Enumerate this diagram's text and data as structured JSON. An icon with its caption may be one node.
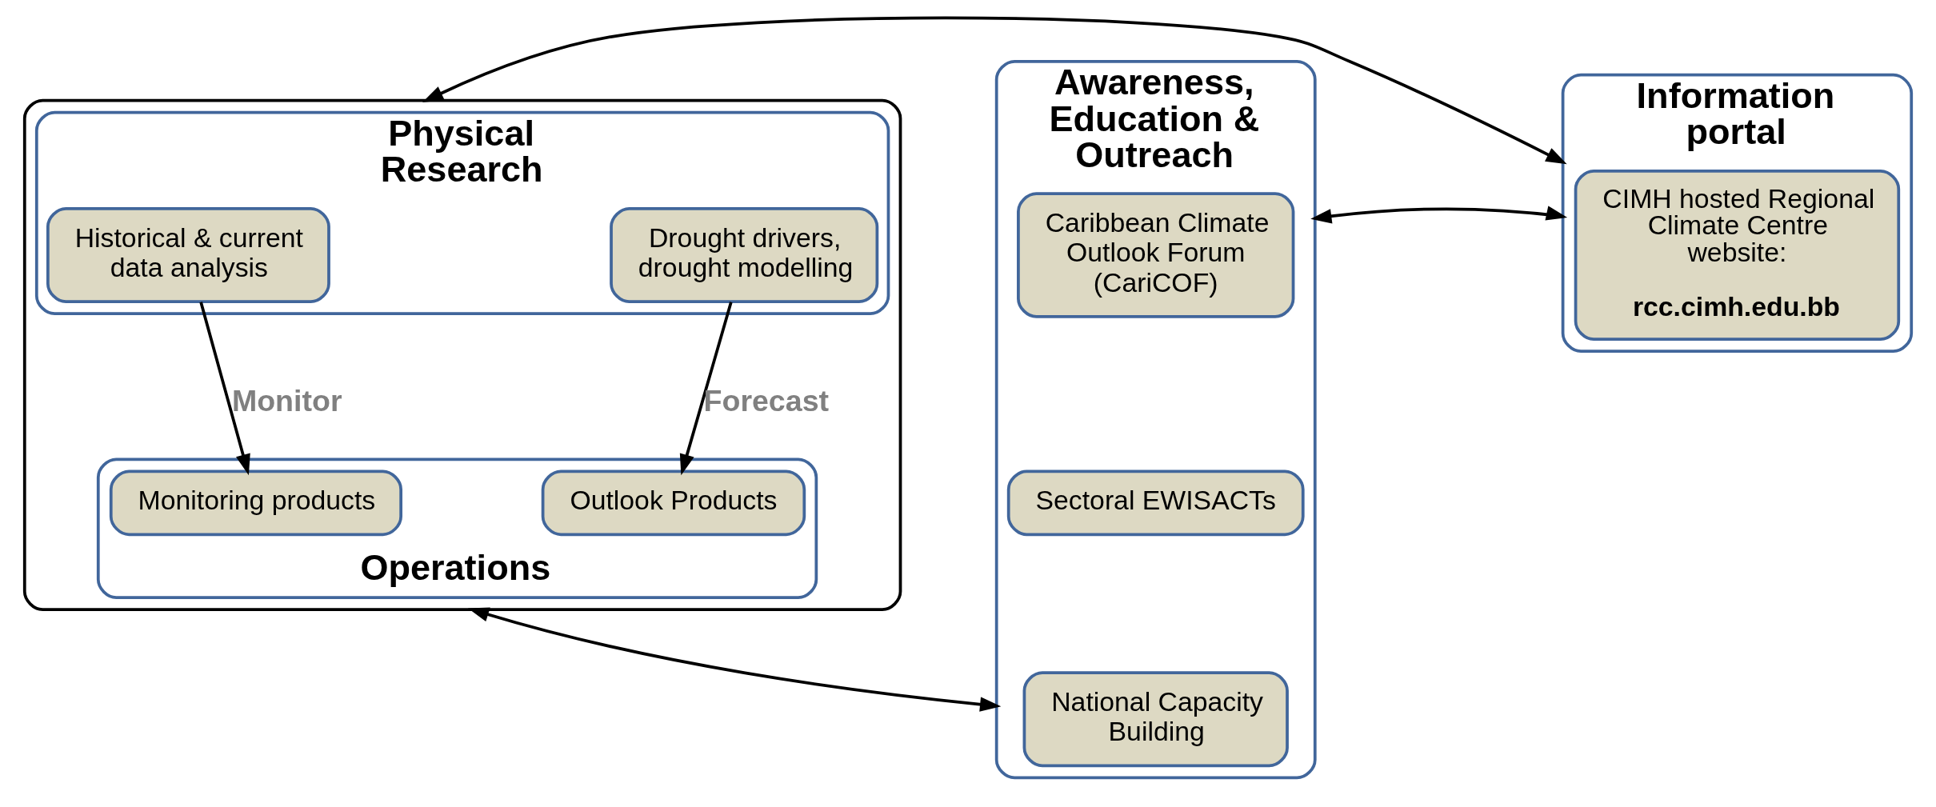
{
  "diagram": {
    "nodes": [
      {
        "text": [],
        "shape": "box"
      },
      {
        "text": [
          "Physical Research"
        ],
        "in": 0
      },
      {
        "text": [
          "Historical & current data analysis"
        ],
        "in": 1
      },
      {
        "text": [
          "Drought drivers, drought modelling"
        ],
        "in": 1
      },
      {
        "text": [
          "Operations"
        ],
        "in": 0
      },
      {
        "text": [
          "Monitoring products"
        ],
        "in": 4
      },
      {
        "text": [
          "Outlook Products"
        ],
        "in": 4
      },
      {
        "text": [
          "Information portal"
        ]
      },
      {
        "text": [
          "CIMH hosted Regional Climate Centre website:",
          "rcc.cimh.edu.bb"
        ],
        "in": 7
      },
      {
        "text": [
          "Awareness, Education & Outreach"
        ]
      },
      {
        "text": [
          "Caribbean Climate Outlook Forum (CariCOF)"
        ],
        "in": 9
      },
      {
        "text": [
          "Sectoral EWISACTs"
        ],
        "in": 9
      },
      {
        "text": [
          "National Capacity Building"
        ],
        "in": 9
      }
    ],
    "edges": [
      {
        "from": 2,
        "to": 5,
        "arrow": "to",
        "label": "Monitor"
      },
      {
        "from": 3,
        "to": 6,
        "arrow": "to",
        "label": "Forecast"
      },
      {
        "from": 0,
        "to": 7,
        "arrow": "both"
      },
      {
        "from": 7,
        "to": 9,
        "arrow": "both"
      },
      {
        "from": 0,
        "to": 9,
        "arrow": "both"
      }
    ]
  }
}
